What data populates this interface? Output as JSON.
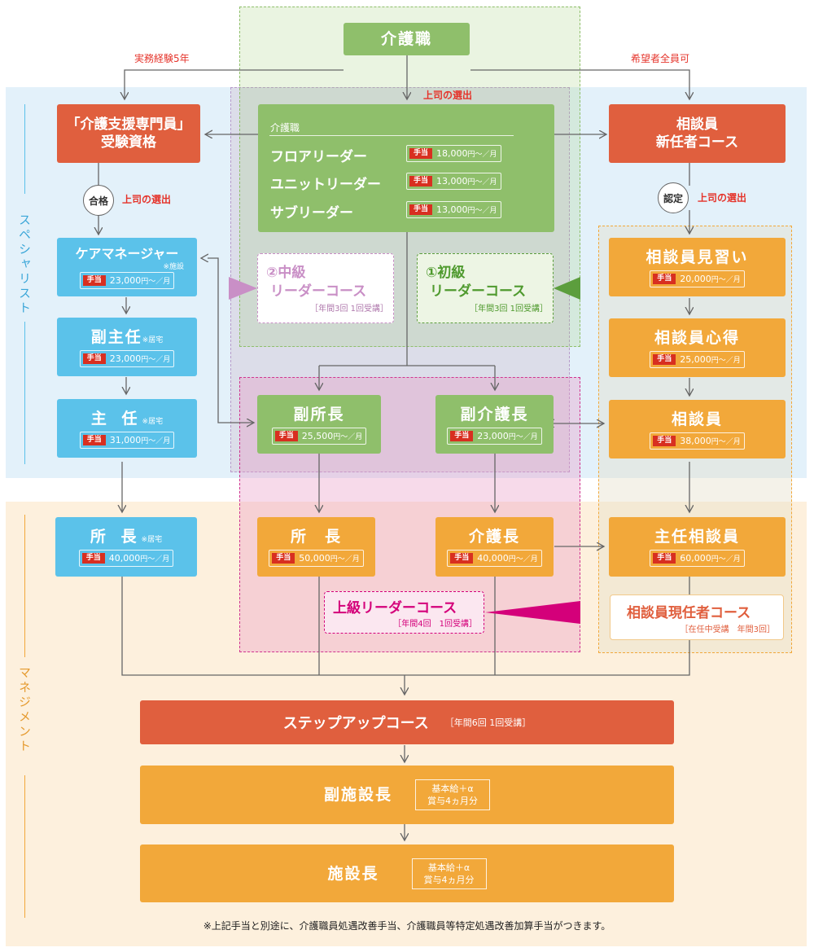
{
  "top": {
    "title": "介護職",
    "left_note": "実務経験5年",
    "right_note": "希望者全員可",
    "mid_note": "上司の選出"
  },
  "sidebar": {
    "specialist": "スペシャリスト",
    "management": "マネジメント"
  },
  "kaigo_box": {
    "header": "介護職",
    "rows": [
      {
        "label": "フロアリーダー",
        "tag": "手当",
        "amount": "18,000",
        "unit": "円〜／月"
      },
      {
        "label": "ユニットリーダー",
        "tag": "手当",
        "amount": "13,000",
        "unit": "円〜／月"
      },
      {
        "label": "サブリーダー",
        "tag": "手当",
        "amount": "13,000",
        "unit": "円〜／月"
      }
    ]
  },
  "left": {
    "qualification_line1": "「介護支援専門員」",
    "qualification_line2": "受験資格",
    "pass": "合格",
    "boss_select": "上司の選出",
    "care_manager": {
      "title": "ケアマネージャー",
      "note": "※施設",
      "tag": "手当",
      "amount": "23,000",
      "unit": "円〜／月"
    },
    "fukushunin": {
      "title": "副主任",
      "note": "※居宅",
      "tag": "手当",
      "amount": "23,000",
      "unit": "円〜／月"
    },
    "shunin": {
      "title": "主 任",
      "note": "※居宅",
      "tag": "手当",
      "amount": "31,000",
      "unit": "円〜／月"
    },
    "shocho": {
      "title": "所 長",
      "note": "※居宅",
      "tag": "手当",
      "amount": "40,000",
      "unit": "円〜／月"
    }
  },
  "courses": {
    "middle": {
      "line1": "②中級",
      "line2": "リーダーコース",
      "note": "［年間3回 1回受講］"
    },
    "beginner": {
      "line1": "①初級",
      "line2": "リーダーコース",
      "note": "［年間3回 1回受講］"
    },
    "senior": {
      "line1": "上級リーダーコース",
      "note": "［年間4回　1回受講］"
    },
    "consultant_current": {
      "line1": "相談員現任者コース",
      "note": "［在任中受講　年間3回］"
    }
  },
  "center": {
    "fukushocho": {
      "title": "副所長",
      "tag": "手当",
      "amount": "25,500",
      "unit": "円〜／月"
    },
    "fukukaigocho": {
      "title": "副介護長",
      "tag": "手当",
      "amount": "23,000",
      "unit": "円〜／月"
    },
    "shocho": {
      "title": "所　長",
      "tag": "手当",
      "amount": "50,000",
      "unit": "円〜／月"
    },
    "kaigocho": {
      "title": "介護長",
      "tag": "手当",
      "amount": "40,000",
      "unit": "円〜／月"
    }
  },
  "right": {
    "new_course_line1": "相談員",
    "new_course_line2": "新任者コース",
    "certify": "認定",
    "boss_select": "上司の選出",
    "trainee": {
      "title": "相談員見習い",
      "tag": "手当",
      "amount": "20,000",
      "unit": "円〜／月"
    },
    "kokoroe": {
      "title": "相談員心得",
      "tag": "手当",
      "amount": "25,000",
      "unit": "円〜／月"
    },
    "soudanin": {
      "title": "相談員",
      "tag": "手当",
      "amount": "38,000",
      "unit": "円〜／月"
    },
    "chief": {
      "title": "主任相談員",
      "tag": "手当",
      "amount": "60,000",
      "unit": "円〜／月"
    }
  },
  "bottom": {
    "stepup": {
      "title": "ステップアップコース",
      "note": "［年間6回 1回受講］"
    },
    "vice_director": {
      "title": "副施設長",
      "base1": "基本給＋α",
      "base2": "賞与4ヵ月分"
    },
    "director": {
      "title": "施設長",
      "base1": "基本給＋α",
      "base2": "賞与4ヵ月分"
    },
    "footnote": "※上記手当と別途に、介護職員処遇改善手当、介護職員等特定処遇改善加算手当がつきます。"
  }
}
